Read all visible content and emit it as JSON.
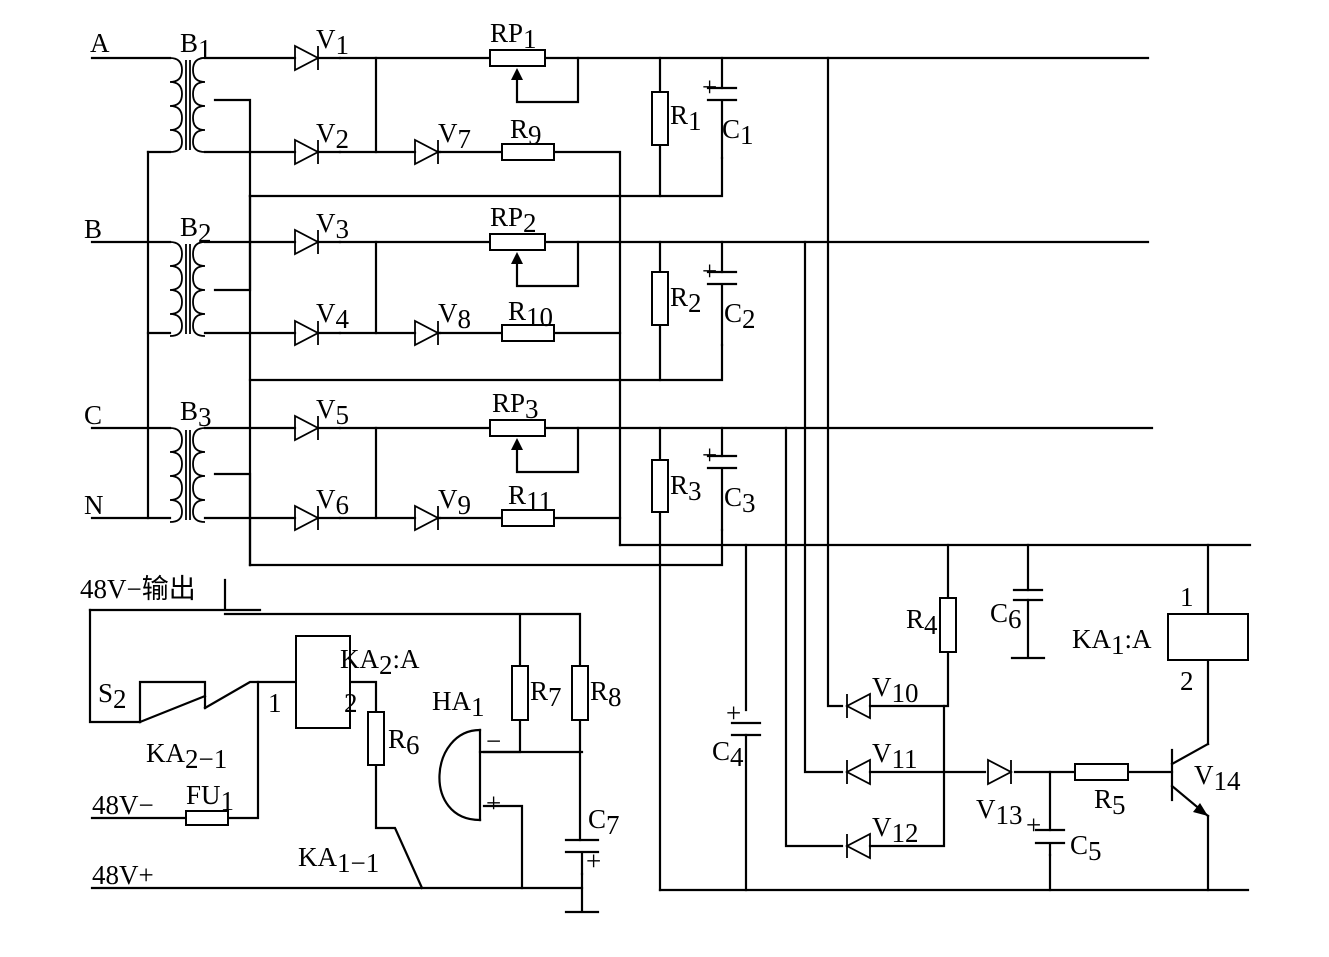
{
  "phases": {
    "a": "A",
    "b": "B",
    "c": "C",
    "n": "N"
  },
  "transformers": [
    {
      "base": "B",
      "sub": "1"
    },
    {
      "base": "B",
      "sub": "2"
    },
    {
      "base": "B",
      "sub": "3"
    }
  ],
  "diodes": [
    {
      "base": "V",
      "sub": "1"
    },
    {
      "base": "V",
      "sub": "2"
    },
    {
      "base": "V",
      "sub": "3"
    },
    {
      "base": "V",
      "sub": "4"
    },
    {
      "base": "V",
      "sub": "5"
    },
    {
      "base": "V",
      "sub": "6"
    },
    {
      "base": "V",
      "sub": "7"
    },
    {
      "base": "V",
      "sub": "8"
    },
    {
      "base": "V",
      "sub": "9"
    },
    {
      "base": "V",
      "sub": "10"
    },
    {
      "base": "V",
      "sub": "11"
    },
    {
      "base": "V",
      "sub": "12"
    },
    {
      "base": "V",
      "sub": "13"
    }
  ],
  "transistor": {
    "base": "V",
    "sub": "14"
  },
  "potentiometers": [
    {
      "base": "RP",
      "sub": "1"
    },
    {
      "base": "RP",
      "sub": "2"
    },
    {
      "base": "RP",
      "sub": "3"
    }
  ],
  "resistors": [
    {
      "base": "R",
      "sub": "1"
    },
    {
      "base": "R",
      "sub": "2"
    },
    {
      "base": "R",
      "sub": "3"
    },
    {
      "base": "R",
      "sub": "4"
    },
    {
      "base": "R",
      "sub": "5"
    },
    {
      "base": "R",
      "sub": "6"
    },
    {
      "base": "R",
      "sub": "7"
    },
    {
      "base": "R",
      "sub": "8"
    },
    {
      "base": "R",
      "sub": "9"
    },
    {
      "base": "R",
      "sub": "10"
    },
    {
      "base": "R",
      "sub": "11"
    }
  ],
  "capacitors": [
    {
      "base": "C",
      "sub": "1"
    },
    {
      "base": "C",
      "sub": "2"
    },
    {
      "base": "C",
      "sub": "3"
    },
    {
      "base": "C",
      "sub": "4"
    },
    {
      "base": "C",
      "sub": "5"
    },
    {
      "base": "C",
      "sub": "6"
    },
    {
      "base": "C",
      "sub": "7"
    }
  ],
  "relays": {
    "ka1": {
      "base": "KA",
      "sub": "1",
      "suffix": ":A"
    },
    "ka2": {
      "base": "KA",
      "sub": "2",
      "suffix": ":A"
    },
    "ka1_contact": {
      "base": "KA",
      "sub": "1−1"
    },
    "ka2_contact": {
      "base": "KA",
      "sub": "2−1"
    }
  },
  "pins": {
    "one": "1",
    "two": "2"
  },
  "switch": {
    "base": "S",
    "sub": "2"
  },
  "fuse": {
    "base": "FU",
    "sub": "1"
  },
  "buzzer": {
    "base": "HA",
    "sub": "1"
  },
  "polarity": {
    "plus": "+",
    "minus": "−"
  },
  "supply": {
    "output": "48V−输出",
    "negative": "48V−",
    "positive": "48V+"
  }
}
